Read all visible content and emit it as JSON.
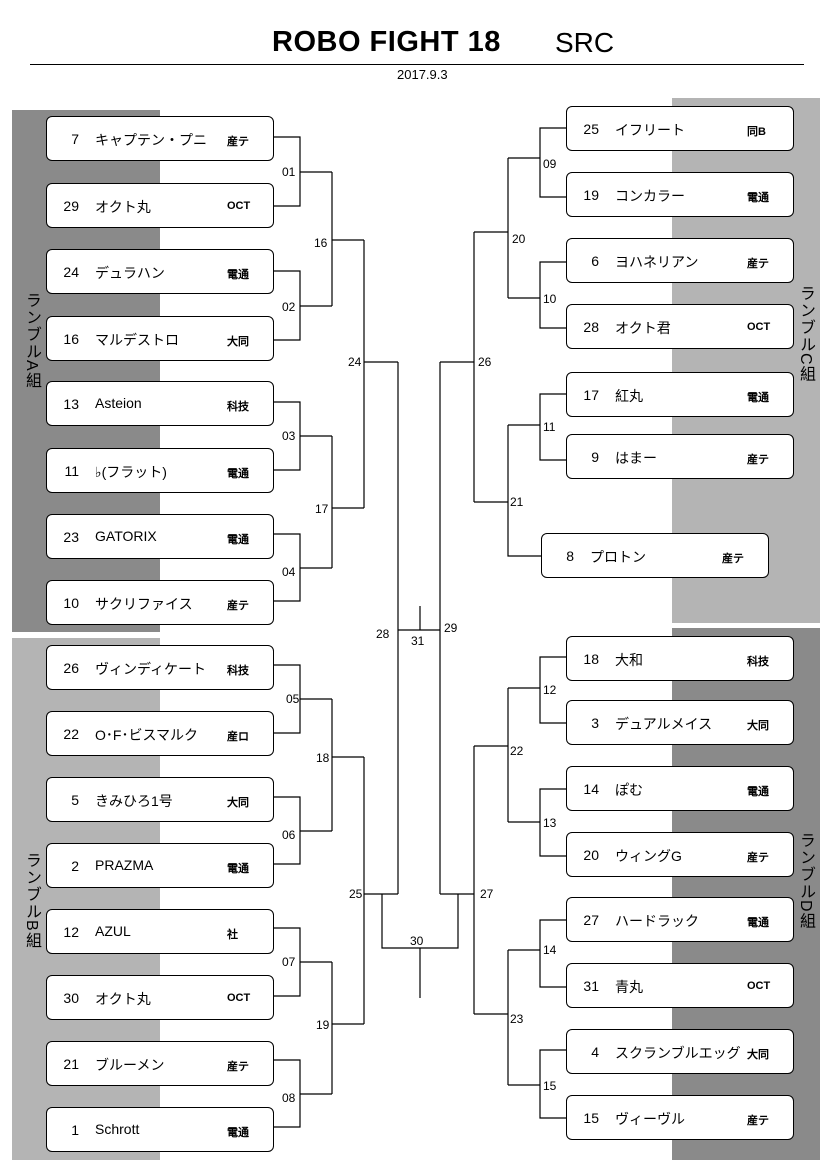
{
  "header": {
    "title": "ROBO FIGHT 18",
    "subtitle": "SRC",
    "date": "2017.9.3"
  },
  "colors": {
    "group_a_band": "#8a8a8a",
    "group_b_band": "#b4b4b4",
    "group_c_band": "#b4b4b4",
    "group_d_band": "#8a8a8a",
    "line": "#000000"
  },
  "groups": [
    {
      "id": "A",
      "label": "ランブルA組"
    },
    {
      "id": "B",
      "label": "ランブルB組"
    },
    {
      "id": "C",
      "label": "ランブルC組"
    },
    {
      "id": "D",
      "label": "ランブルD組"
    }
  ],
  "entries": [
    {
      "num": "7",
      "name": "キャプテン・プニ",
      "aff": "産テ"
    },
    {
      "num": "29",
      "name": "オクト丸",
      "aff": "OCT"
    },
    {
      "num": "24",
      "name": "デュラハン",
      "aff": "電通"
    },
    {
      "num": "16",
      "name": "マルデストロ",
      "aff": "大同"
    },
    {
      "num": "13",
      "name": "Asteion",
      "aff": "科技"
    },
    {
      "num": "11",
      "name": "♭(フラット)",
      "aff": "電通"
    },
    {
      "num": "23",
      "name": "GATORIX",
      "aff": "電通"
    },
    {
      "num": "10",
      "name": "サクリファイス",
      "aff": "産テ"
    },
    {
      "num": "26",
      "name": "ヴィンディケート",
      "aff": "科技"
    },
    {
      "num": "22",
      "name": "O･F･ビスマルク",
      "aff": "産ロ"
    },
    {
      "num": "5",
      "name": "きみひろ1号",
      "aff": "大同"
    },
    {
      "num": "2",
      "name": "PRAZMA",
      "aff": "電通"
    },
    {
      "num": "12",
      "name": "AZUL",
      "aff": "社"
    },
    {
      "num": "30",
      "name": "オクト丸",
      "aff": "OCT"
    },
    {
      "num": "21",
      "name": "ブルーメン",
      "aff": "産テ"
    },
    {
      "num": "1",
      "name": "Schrott",
      "aff": "電通"
    },
    {
      "num": "25",
      "name": "イフリート",
      "aff": "同B"
    },
    {
      "num": "19",
      "name": "コンカラー",
      "aff": "電通"
    },
    {
      "num": "6",
      "name": "ヨハネリアン",
      "aff": "産テ"
    },
    {
      "num": "28",
      "name": "オクト君",
      "aff": "OCT"
    },
    {
      "num": "17",
      "name": "紅丸",
      "aff": "電通"
    },
    {
      "num": "9",
      "name": "はまー",
      "aff": "産テ"
    },
    {
      "num": "8",
      "name": "プロトン",
      "aff": "産テ"
    },
    {
      "num": "18",
      "name": "大和",
      "aff": "科技"
    },
    {
      "num": "3",
      "name": "デュアルメイス",
      "aff": "大同"
    },
    {
      "num": "14",
      "name": "ぽむ",
      "aff": "電通"
    },
    {
      "num": "20",
      "name": "ウィングG",
      "aff": "産テ"
    },
    {
      "num": "27",
      "name": "ハードラック",
      "aff": "電通"
    },
    {
      "num": "31",
      "name": "青丸",
      "aff": "OCT"
    },
    {
      "num": "4",
      "name": "スクランブルエッグ",
      "aff": "大同"
    },
    {
      "num": "15",
      "name": "ヴィーヴル",
      "aff": "産テ"
    }
  ],
  "matches": [
    "01",
    "02",
    "03",
    "04",
    "05",
    "06",
    "07",
    "08",
    "09",
    "10",
    "11",
    "12",
    "13",
    "14",
    "15",
    "16",
    "17",
    "18",
    "19",
    "20",
    "21",
    "22",
    "23",
    "24",
    "25",
    "26",
    "27",
    "28",
    "29",
    "30",
    "31"
  ]
}
